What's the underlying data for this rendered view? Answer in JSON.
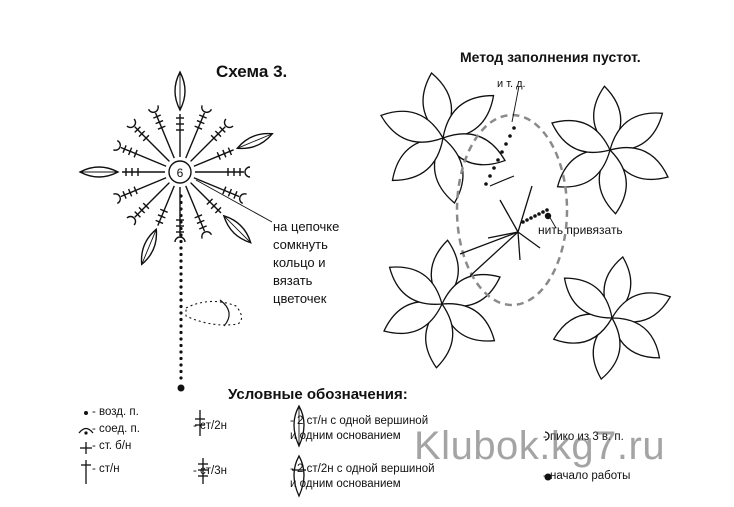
{
  "scheme": {
    "title": "Схема 3.",
    "center_label": "6"
  },
  "method": {
    "title": "Метод заполнения пустот.",
    "etc_label": "и т. д.",
    "tie_label": "нить привязать"
  },
  "note": {
    "lines": [
      "на цепочке",
      "сомкнуть",
      "кольцо и",
      "вязать",
      "цветочек"
    ]
  },
  "legend": {
    "title": "Условные обозначения:",
    "chain": "- возд. п.",
    "slip": "- соед. п.",
    "sc": "- ст. б/н",
    "dc": "- ст/н",
    "tr": "- ст/2н",
    "dtr": "- ст/3н",
    "cluster1": [
      "- 2 ст/н с одной вершиной",
      "и одним основанием"
    ],
    "cluster2": [
      "- 2 ст/2н с одной вершиной",
      "и одним основанием"
    ],
    "picot": "- пико из 3 в. п.",
    "start": "- начало работы"
  },
  "watermark": "Klubok.kg7.ru",
  "colors": {
    "ink": "#111111",
    "dashed_circle": "#8a8a8a",
    "watermark": "#5a5a5a"
  }
}
